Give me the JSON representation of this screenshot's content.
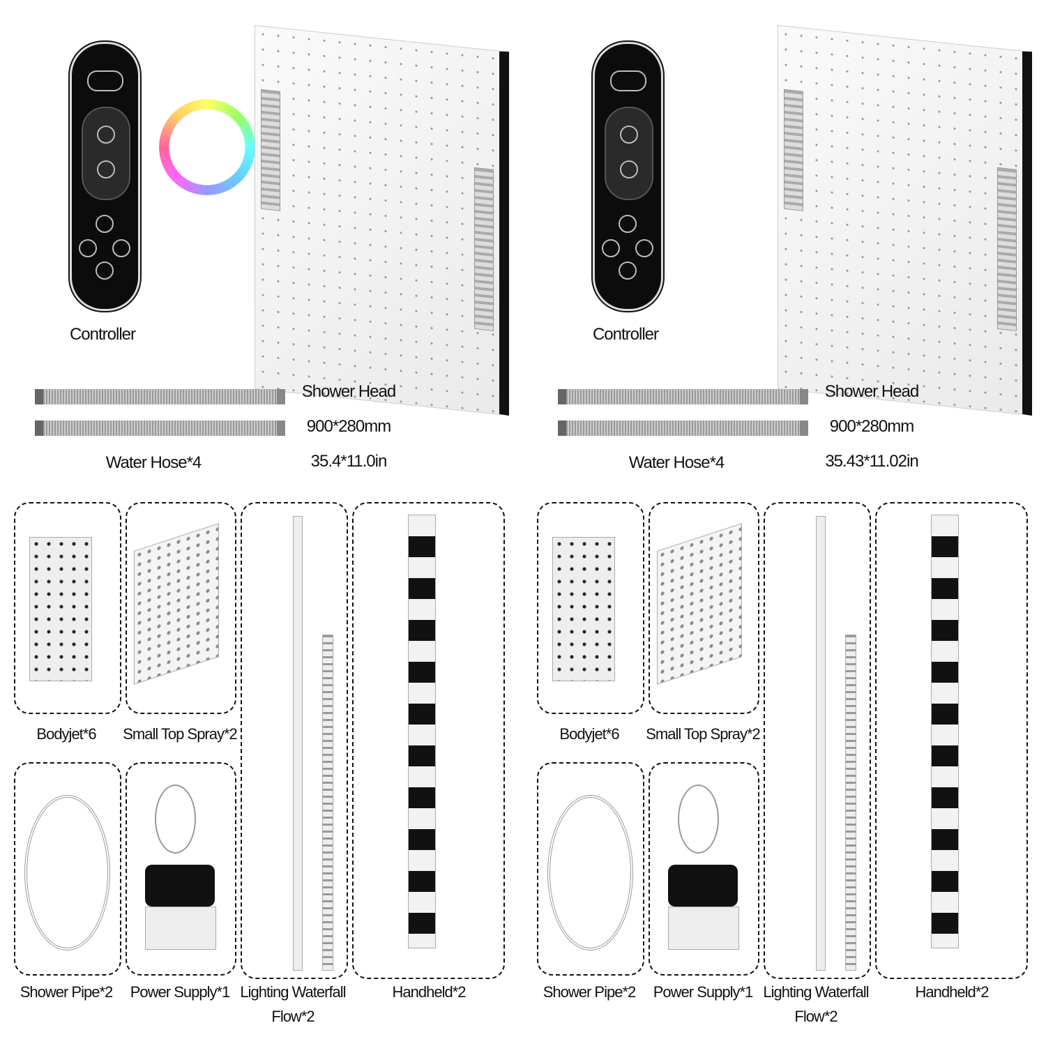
{
  "halves": [
    {
      "variant": "left",
      "controller_label": "Controller",
      "hose_label": "Water Hose*4",
      "shower_head": [
        "Shower Head",
        "900*280mm",
        "35.4*11.0in"
      ],
      "items": [
        "Bodyjet*6",
        "Small Top Spray*2",
        "Shower Pipe*2",
        "Power Supply*1",
        "Lighting Waterfall",
        "Flow*2",
        "Handheld*2"
      ],
      "has_rgb_ring": true
    },
    {
      "variant": "right",
      "controller_label": "Controller",
      "hose_label": "Water Hose*4",
      "shower_head": [
        "Shower Head",
        "900*280mm",
        "35.43*11.02in"
      ],
      "items": [
        "Bodyjet*6",
        "Small Top Spray*2",
        "Shower Pipe*2",
        "Power Supply*1",
        "Lighting Waterfall",
        "Flow*2",
        "Handheld*2"
      ],
      "has_rgb_ring": false
    }
  ],
  "colors": {
    "controller": "#0c0c0c",
    "dash": "#111111",
    "rgb_ring": [
      "#ffff66",
      "#66ffff",
      "#ff66ff"
    ]
  }
}
